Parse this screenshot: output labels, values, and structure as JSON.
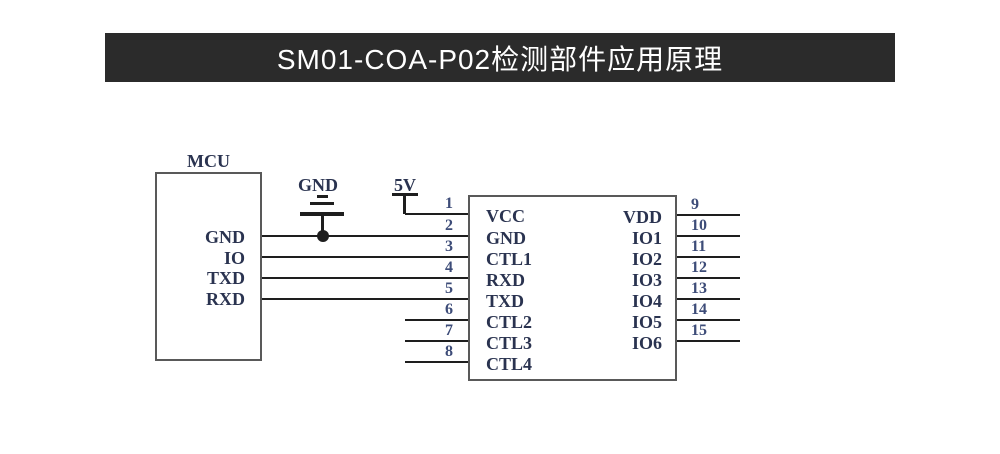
{
  "banner": {
    "title": "SM01-COA-P02检测部件应用原理"
  },
  "colors": {
    "banner_bg": "#2b2b2b",
    "banner_fg": "#ffffff",
    "wire": "#1e1e1e",
    "box_border": "#595959",
    "label": "#2a3350",
    "number": "#3d4c78"
  },
  "mcu": {
    "title": "MCU",
    "pins": [
      {
        "label": "GND"
      },
      {
        "label": "IO"
      },
      {
        "label": "TXD"
      },
      {
        "label": "RXD"
      }
    ]
  },
  "power": {
    "v5_label": "5V",
    "gnd_label": "GND"
  },
  "ic": {
    "left_pins": [
      {
        "num": "1",
        "label": "VCC"
      },
      {
        "num": "2",
        "label": "GND"
      },
      {
        "num": "3",
        "label": "CTL1"
      },
      {
        "num": "4",
        "label": "RXD"
      },
      {
        "num": "5",
        "label": "TXD"
      },
      {
        "num": "6",
        "label": "CTL2"
      },
      {
        "num": "7",
        "label": "CTL3"
      },
      {
        "num": "8",
        "label": "CTL4"
      }
    ],
    "right_pins": [
      {
        "num": "9",
        "label": "VDD"
      },
      {
        "num": "10",
        "label": "IO1"
      },
      {
        "num": "11",
        "label": "IO2"
      },
      {
        "num": "12",
        "label": "IO3"
      },
      {
        "num": "13",
        "label": "IO4"
      },
      {
        "num": "14",
        "label": "IO5"
      },
      {
        "num": "15",
        "label": "IO6"
      }
    ]
  }
}
